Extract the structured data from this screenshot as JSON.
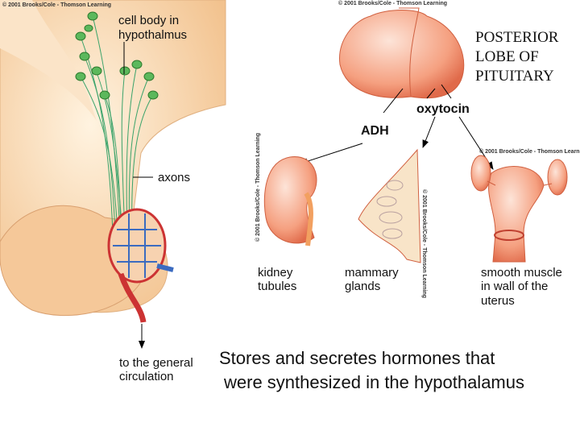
{
  "copyright": "© 2001 Brooks/Cole - Thomson Learning",
  "labels": {
    "cell_body": [
      "cell body in",
      "hypothalmus"
    ],
    "axons": "axons",
    "circulation": [
      "to the general",
      "circulation"
    ],
    "adh": "ADH",
    "oxytocin": "oxytocin",
    "posterior": [
      "POSTERIOR",
      "LOBE OF",
      "PITUITARY"
    ],
    "kidney": [
      "kidney",
      "tubules"
    ],
    "mammary": [
      "mammary",
      "glands"
    ],
    "uterus": [
      "smooth muscle",
      "in wall of the",
      "uterus"
    ]
  },
  "caption": [
    "Stores and secretes hormones that",
    "were synthesized in the hypothalamus"
  ]
}
